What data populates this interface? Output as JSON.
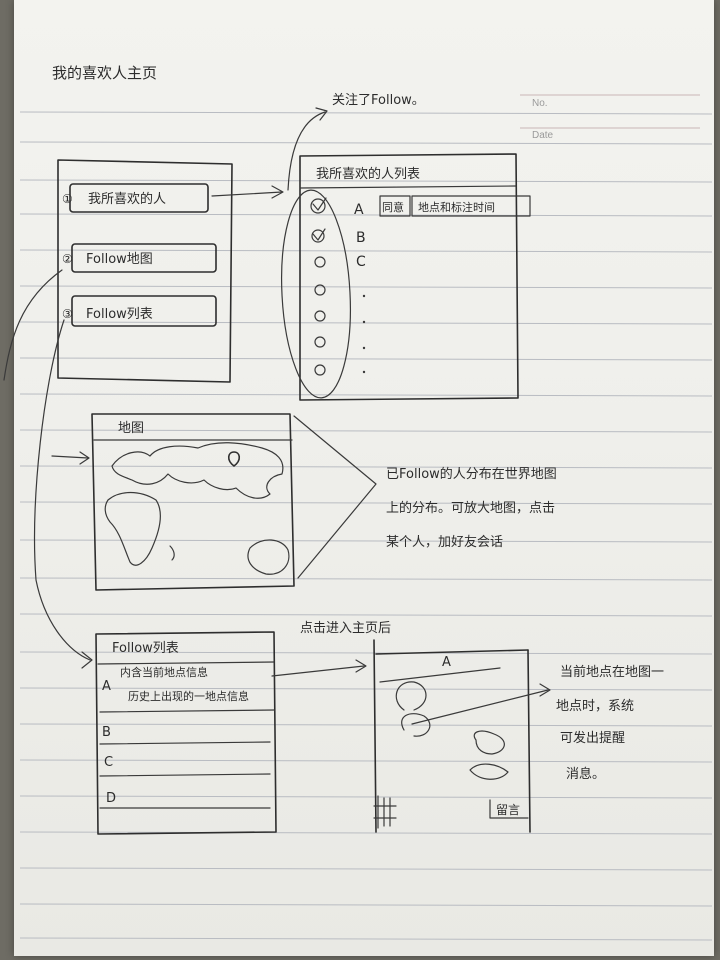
{
  "header": {
    "title": "我的喜欢人主页",
    "no_label": "No.",
    "date_label": "Date"
  },
  "annotations": {
    "follow_note": "关注了Follow。",
    "map_note": [
      "已Follow的人分布在世界地图",
      "上的分布。可放大地图，点击",
      "某个人，加好友会话"
    ],
    "enter_home": "点击进入主页后",
    "map_click": [
      "当前地点在地图一",
      "地点时，系统",
      "可发出提醒",
      "消息。"
    ]
  },
  "sidebar_menu": {
    "items": [
      {
        "marker": "①",
        "label": "我所喜欢的人"
      },
      {
        "marker": "②",
        "label": "Follow地图"
      },
      {
        "marker": "③",
        "label": "Follow列表"
      }
    ]
  },
  "people_list": {
    "title": "我所喜欢的人列表",
    "rows": [
      "A",
      "B",
      "C"
    ],
    "header_cells": [
      "同意",
      "地点和标注时间"
    ]
  },
  "map_panel": {
    "title": "地图"
  },
  "follow_list": {
    "title": "Follow列表",
    "row_a_line1": "内含当前地点信息",
    "row_a_line2": "历史上出现的一地点信息",
    "rows": [
      "A",
      "B",
      "C",
      "D"
    ]
  },
  "detail_page": {
    "letter": "A",
    "footer": "留言"
  }
}
